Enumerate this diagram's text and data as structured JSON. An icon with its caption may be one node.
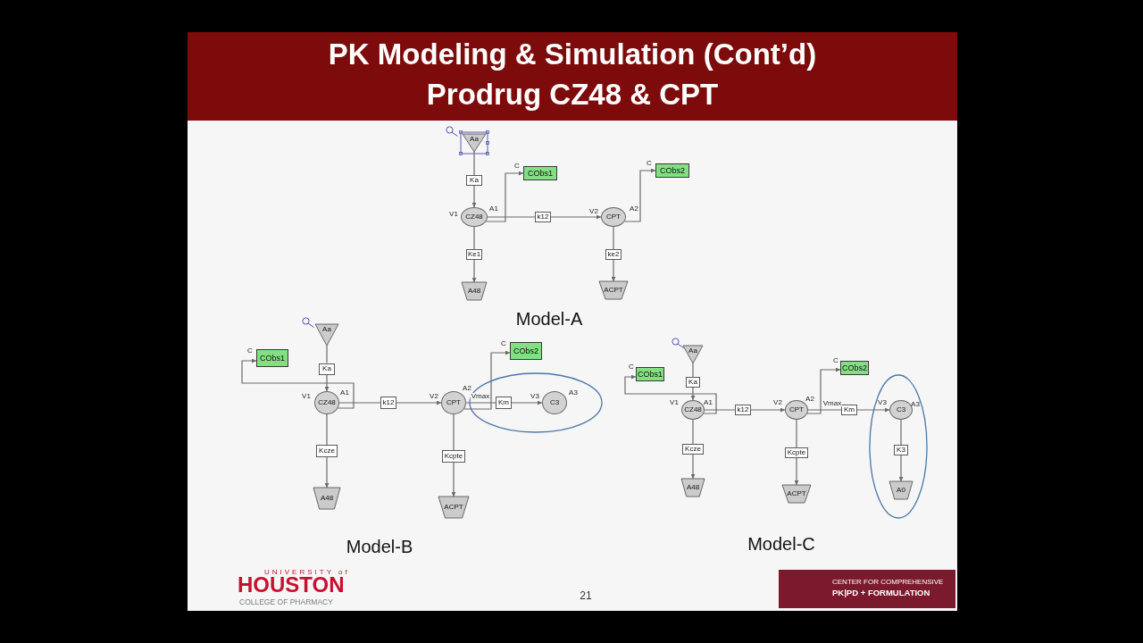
{
  "diagram": {
    "title": "PK Modeling & Simulation (Cont’d) Prodrug CZ48 & CPT",
    "nodes": [
      {
        "text": [
          "Aa"
        ]
      },
      {
        "text": [
          "Ka"
        ]
      },
      {
        "text": [
          "CZ48"
        ],
        "beside": [
          "V1",
          "A1"
        ]
      },
      {
        "text": [
          "k12"
        ]
      },
      {
        "text": [
          "CPT"
        ],
        "beside": [
          "V2",
          "A2"
        ]
      },
      {
        "text": [
          "Ke1"
        ]
      },
      {
        "text": [
          "A48"
        ]
      },
      {
        "text": [
          "ke2"
        ]
      },
      {
        "text": [
          "ACPT"
        ]
      },
      {
        "text": [
          "CObs1"
        ],
        "beside": [
          "C"
        ]
      },
      {
        "text": [
          "CObs2"
        ],
        "beside": [
          "C"
        ]
      },
      {
        "text": [
          "Aa"
        ]
      },
      {
        "text": [
          "Ka"
        ]
      },
      {
        "text": [
          "CZ48"
        ],
        "beside": [
          "V1",
          "A1"
        ]
      },
      {
        "text": [
          "k12"
        ]
      },
      {
        "text": [
          "CPT"
        ],
        "beside": [
          "V2",
          "A2"
        ]
      },
      {
        "text": [
          "Km"
        ]
      },
      {
        "text": [
          "C3"
        ],
        "beside": [
          "V3",
          "A3"
        ]
      },
      {
        "text": [
          "Kcze"
        ]
      },
      {
        "text": [
          "A48"
        ]
      },
      {
        "text": [
          "Kcpte"
        ]
      },
      {
        "text": [
          "ACPT"
        ]
      },
      {
        "text": [
          "CObs1"
        ],
        "beside": [
          "C"
        ]
      },
      {
        "text": [
          "CObs2"
        ],
        "beside": [
          "C"
        ]
      },
      {
        "text": [
          "Aa"
        ]
      },
      {
        "text": [
          "Ka"
        ]
      },
      {
        "text": [
          "CZ48"
        ],
        "beside": [
          "V1",
          "A1"
        ]
      },
      {
        "text": [
          "k12"
        ]
      },
      {
        "text": [
          "CPT"
        ],
        "beside": [
          "V2",
          "A2"
        ]
      },
      {
        "text": [
          "Km"
        ]
      },
      {
        "text": [
          "C3"
        ],
        "beside": [
          "V3",
          "A3"
        ]
      },
      {
        "text": [
          "Kcze"
        ]
      },
      {
        "text": [
          "A48"
        ]
      },
      {
        "text": [
          "Kcpte"
        ]
      },
      {
        "text": [
          "ACPT"
        ]
      },
      {
        "text": [
          "K3"
        ]
      },
      {
        "text": [
          "A0"
        ]
      },
      {
        "text": [
          "CObs1"
        ],
        "beside": [
          "C"
        ]
      },
      {
        "text": [
          "CObs2"
        ],
        "beside": [
          "C"
        ]
      }
    ],
    "edges": [
      {
        "from": 0,
        "to": 1,
        "arrow": "none"
      },
      {
        "from": 1,
        "to": 2,
        "arrow": "to"
      },
      {
        "from": 2,
        "to": 3,
        "arrow": "none"
      },
      {
        "from": 3,
        "to": 4,
        "arrow": "to"
      },
      {
        "from": 2,
        "to": 5,
        "arrow": "none"
      },
      {
        "from": 5,
        "to": 6,
        "arrow": "to"
      },
      {
        "from": 4,
        "to": 7,
        "arrow": "none"
      },
      {
        "from": 7,
        "to": 8,
        "arrow": "to"
      },
      {
        "from": 2,
        "to": 9,
        "arrow": "to"
      },
      {
        "from": 4,
        "to": 10,
        "arrow": "to"
      },
      {
        "from": 11,
        "to": 12,
        "arrow": "none"
      },
      {
        "from": 12,
        "to": 13,
        "arrow": "to"
      },
      {
        "from": 13,
        "to": 14,
        "arrow": "none"
      },
      {
        "from": 14,
        "to": 15,
        "arrow": "to"
      },
      {
        "from": 15,
        "to": 16,
        "arrow": "none",
        "label": "Vmax"
      },
      {
        "from": 16,
        "to": 17,
        "arrow": "to"
      },
      {
        "from": 13,
        "to": 18,
        "arrow": "none"
      },
      {
        "from": 18,
        "to": 19,
        "arrow": "to"
      },
      {
        "from": 15,
        "to": 20,
        "arrow": "none"
      },
      {
        "from": 20,
        "to": 21,
        "arrow": "to"
      },
      {
        "from": 13,
        "to": 22,
        "arrow": "to"
      },
      {
        "from": 15,
        "to": 23,
        "arrow": "to"
      },
      {
        "from": 24,
        "to": 25,
        "arrow": "none"
      },
      {
        "from": 25,
        "to": 26,
        "arrow": "to"
      },
      {
        "from": 26,
        "to": 27,
        "arrow": "none"
      },
      {
        "from": 27,
        "to": 28,
        "arrow": "to"
      },
      {
        "from": 28,
        "to": 29,
        "arrow": "none",
        "label": "Vmax"
      },
      {
        "from": 29,
        "to": 30,
        "arrow": "to"
      },
      {
        "from": 26,
        "to": 31,
        "arrow": "none"
      },
      {
        "from": 31,
        "to": 32,
        "arrow": "to"
      },
      {
        "from": 28,
        "to": 33,
        "arrow": "none"
      },
      {
        "from": 33,
        "to": 34,
        "arrow": "to"
      },
      {
        "from": 30,
        "to": 35,
        "arrow": "none"
      },
      {
        "from": 35,
        "to": 36,
        "arrow": "to"
      },
      {
        "from": 26,
        "to": 37,
        "arrow": "to"
      },
      {
        "from": 28,
        "to": 38,
        "arrow": "to"
      }
    ],
    "labels": [
      "Model-A",
      "Model-B",
      "Model-C",
      "UNIVERSITY of",
      "HOUSTON",
      "COLLEGE OF PHARMACY",
      "21",
      "CENTER FOR COMPREHENSIVE",
      "PK|PD + FORMULATION"
    ]
  }
}
